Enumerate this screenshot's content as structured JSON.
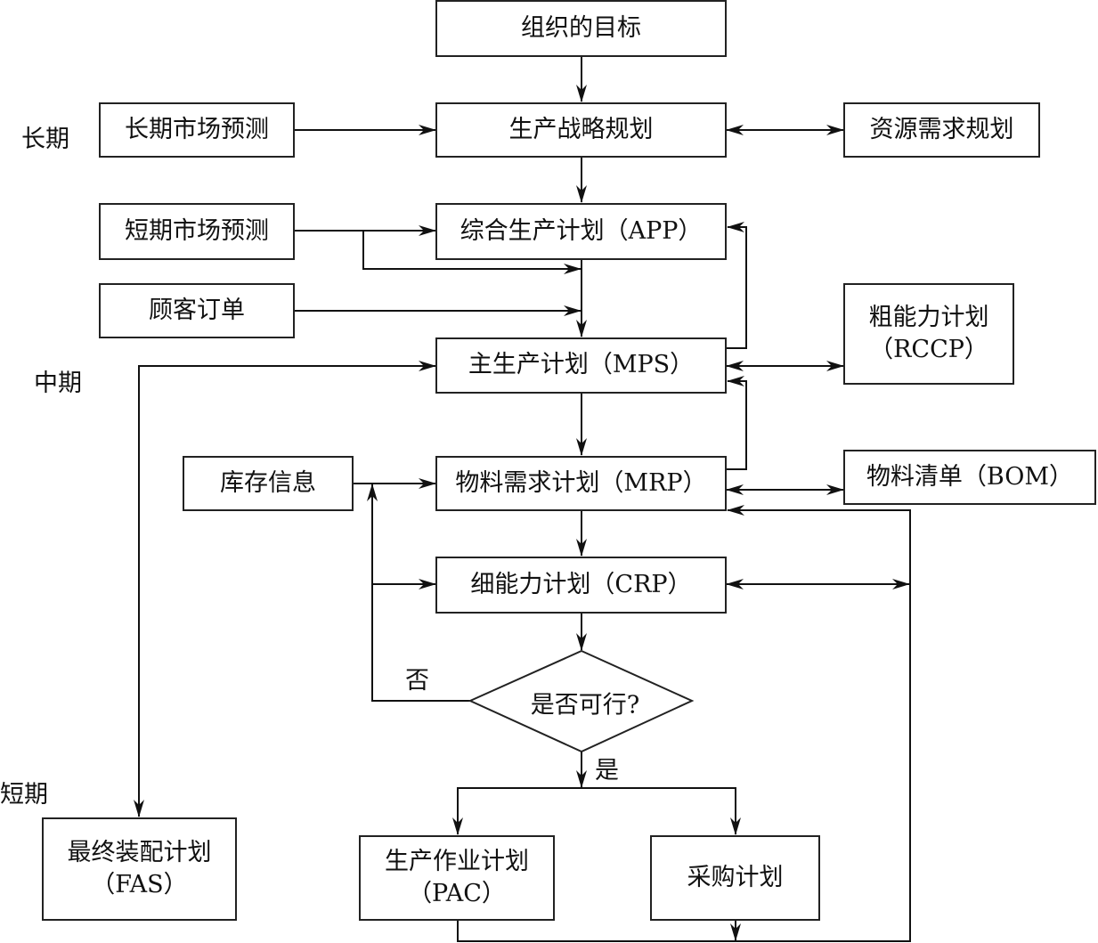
{
  "periods": {
    "long": "长期",
    "mid": "中期",
    "short": "短期"
  },
  "nodes": {
    "org_goal": {
      "title": "组织的目标"
    },
    "long_forecast": {
      "title": "长期市场预测"
    },
    "strategy": {
      "title": "生产战略规划"
    },
    "resource": {
      "title": "资源需求规划"
    },
    "short_forecast": {
      "title": "短期市场预测"
    },
    "app": {
      "title": "综合生产计划（APP）"
    },
    "orders": {
      "title": "顾客订单"
    },
    "mps": {
      "title": "主生产计划（MPS）"
    },
    "rccp": {
      "title": "粗能力计划",
      "sub": "（RCCP）"
    },
    "inventory": {
      "title": "库存信息"
    },
    "mrp": {
      "title": "物料需求计划（MRP）"
    },
    "bom": {
      "title": "物料清单（BOM）"
    },
    "crp": {
      "title": "细能力计划（CRP）"
    },
    "decision": {
      "title": "是否可行?"
    },
    "fas": {
      "title": "最终装配计划",
      "sub": "（FAS）"
    },
    "pac": {
      "title": "生产作业计划",
      "sub": "（PAC）"
    },
    "purchase": {
      "title": "采购计划"
    }
  },
  "branch_labels": {
    "no": "否",
    "yes": "是"
  },
  "colors": {
    "line": "#111111",
    "box_border": "#222222",
    "background": "#ffffff"
  }
}
